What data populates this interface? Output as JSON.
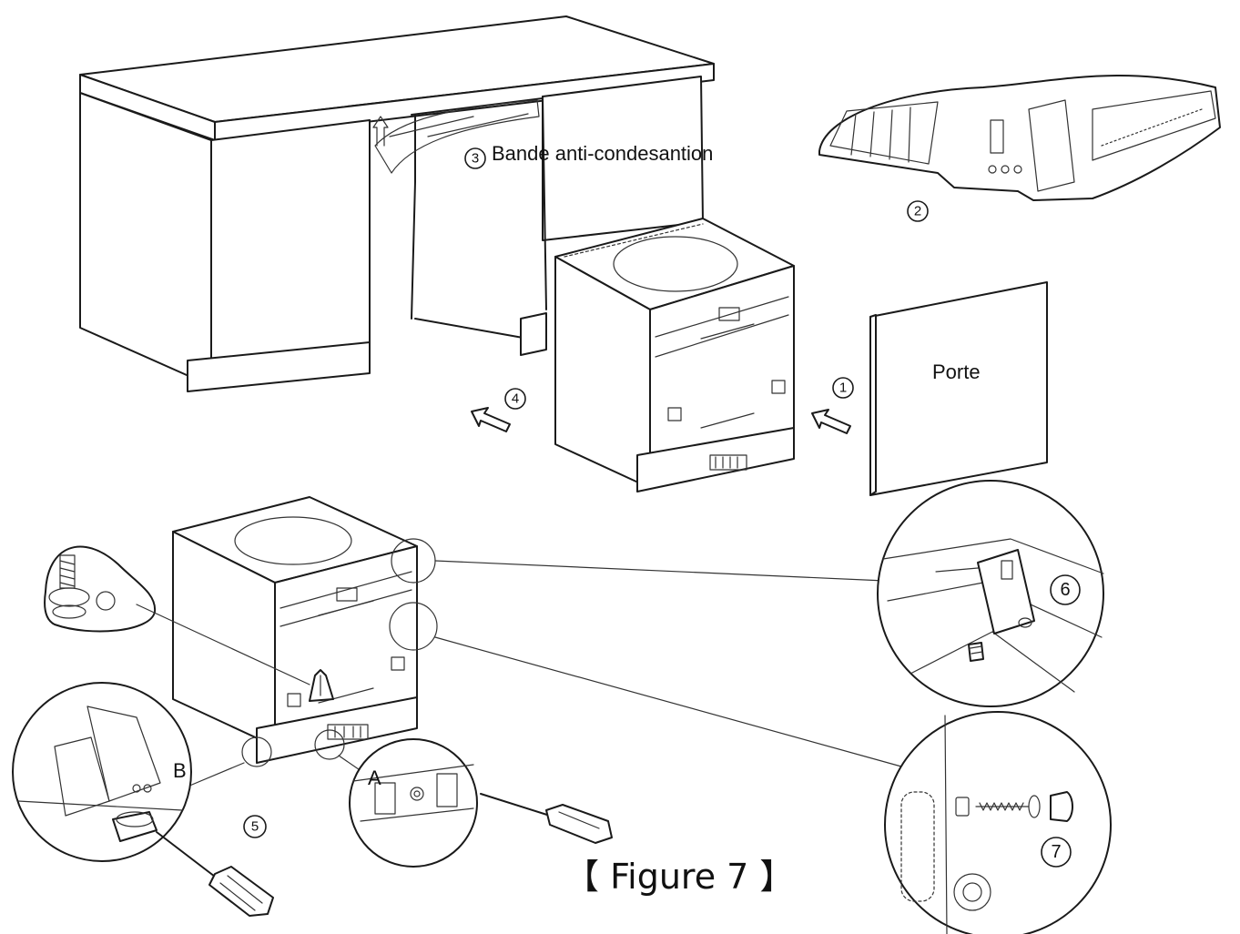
{
  "labels": {
    "strip": "Bande anti-condesantion",
    "door": "Porte",
    "figure": "【 Figure 7 】"
  },
  "steps": {
    "s1": "1",
    "s2": "2",
    "s3": "3",
    "s4": "4",
    "s5": "5",
    "s6": "6",
    "s7": "7"
  },
  "detail_letters": {
    "a": "A",
    "b": "B"
  }
}
